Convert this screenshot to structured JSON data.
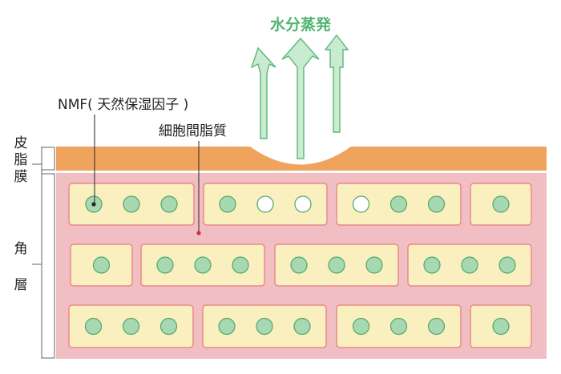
{
  "labels": {
    "evaporation": "水分蒸発",
    "nmf": "NMF( 天然保湿因子 )",
    "intercellular_lipid": "細胞間脂質",
    "sebum_membrane": [
      "皮",
      "脂",
      "膜"
    ],
    "stratum_corneum": [
      "角",
      "層"
    ]
  },
  "colors": {
    "sebum": "#f0a35c",
    "stratum": "#f1bfc3",
    "cell_fill": "#f9efbf",
    "cell_border": "#e98a8a",
    "nmf": "#a6d9b2",
    "arrow": "#5bb777",
    "evaporation_text": "#52b56f"
  },
  "cell_rows": [
    {
      "cells": [
        {
          "nmf": [
            "filled-marked",
            "filled",
            "filled"
          ]
        },
        {
          "nmf": [
            "filled",
            "empty",
            "empty"
          ]
        },
        {
          "nmf": [
            "empty",
            "filled",
            "filled"
          ]
        },
        {
          "nmf": [
            "filled"
          ]
        }
      ]
    },
    {
      "cells": [
        {
          "nmf": [
            "filled"
          ]
        },
        {
          "nmf": [
            "filled",
            "filled",
            "filled"
          ]
        },
        {
          "nmf": [
            "filled",
            "filled",
            "filled"
          ]
        },
        {
          "nmf": [
            "filled",
            "filled",
            "filled"
          ]
        }
      ]
    },
    {
      "cells": [
        {
          "nmf": [
            "filled",
            "filled",
            "filled"
          ]
        },
        {
          "nmf": [
            "filled",
            "filled",
            "filled"
          ]
        },
        {
          "nmf": [
            "filled",
            "filled",
            "filled"
          ]
        },
        {
          "nmf": [
            "filled"
          ]
        }
      ]
    }
  ]
}
